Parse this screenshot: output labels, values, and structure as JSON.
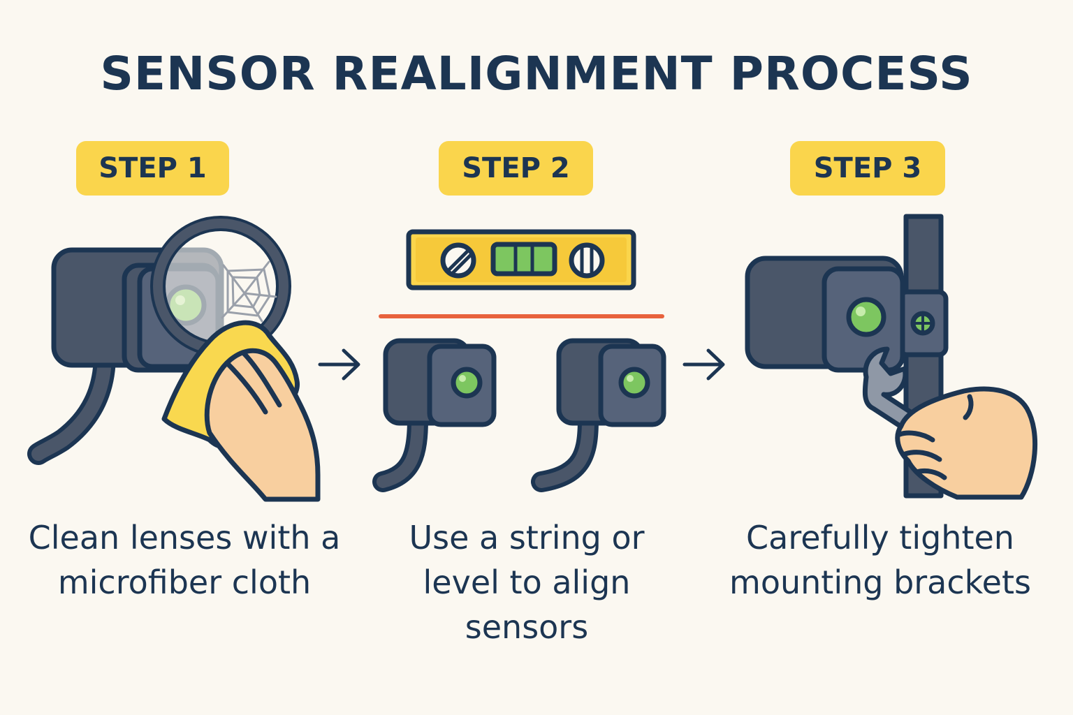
{
  "title": "SENSOR REALIGNMENT PROCESS",
  "steps": [
    {
      "badge": "STEP 1",
      "caption": "Clean lenses with a microfiber cloth",
      "icons": [
        "sensor-icon",
        "magnifier-icon",
        "cobweb-icon",
        "hand-icon",
        "cloth-icon"
      ]
    },
    {
      "badge": "STEP 2",
      "caption": "Use a string or level to align sensors",
      "icons": [
        "spirit-level-icon",
        "alignment-string-icon",
        "sensor-icon",
        "sensor-icon"
      ]
    },
    {
      "badge": "STEP 3",
      "caption": "Carefully tighten mounting brackets",
      "icons": [
        "sensor-icon",
        "bracket-icon",
        "wrench-icon",
        "hand-icon"
      ]
    }
  ],
  "colors": {
    "background": "#fbf8f1",
    "navy": "#1c3552",
    "badge_yellow": "#fad54c",
    "sensor_gray": "#4a5669",
    "lens_green": "#7dc660",
    "level_yellow": "#fad54c",
    "string_red": "#e8623d",
    "skin": "#f8cf9f",
    "cloth_yellow": "#f9d84f"
  }
}
